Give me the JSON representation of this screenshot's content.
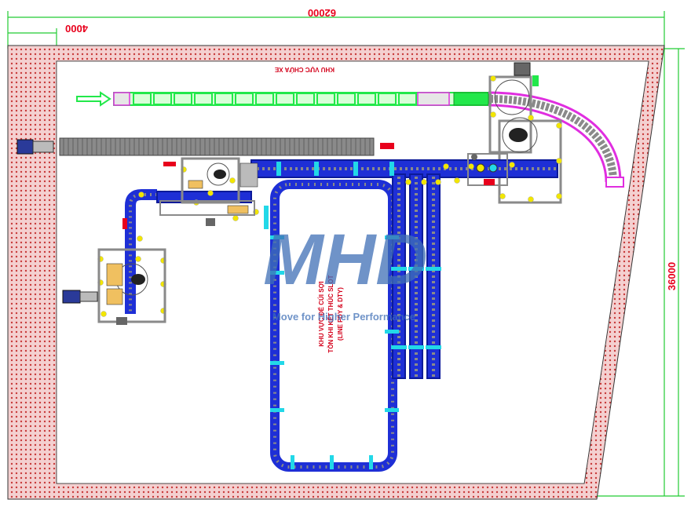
{
  "dimensions": {
    "total_width": "62000",
    "sub_width": "4000",
    "height": "36000"
  },
  "labels": {
    "top_area": "KHU VỰC CHỨA XE",
    "center_area_line1": "KHU VỰC ĐỂ CÚI SỢI",
    "center_area_line2": "TỒN KHI KẾT THÚC SLOT",
    "center_area_line3": "(LINE FDY & DTY)"
  },
  "watermark": {
    "logo": "MHD",
    "tagline": "Move for Higher Performance"
  },
  "colors": {
    "dimension": "#e8001c",
    "wall_hatch": "#d44444",
    "conveyor_blue": "#1e2fd6",
    "conveyor_green": "#22e84a",
    "conveyor_gray": "#8a8a8a",
    "curve_magenta": "#e02ee0",
    "node_yellow": "#f2e600",
    "node_cyan": "#22d8e8",
    "watermark_blue": "#3f6fb6"
  }
}
